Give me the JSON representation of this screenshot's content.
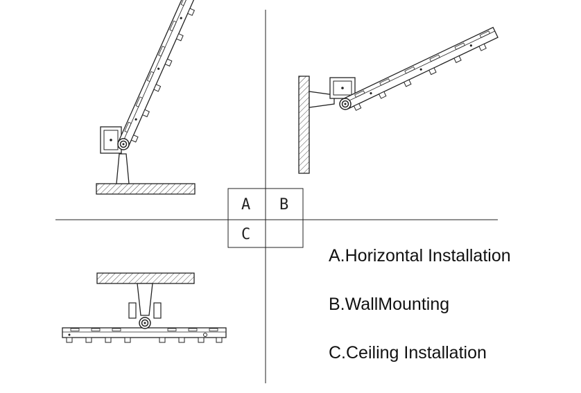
{
  "key_grid": {
    "cells": [
      "A",
      "B",
      "C",
      ""
    ]
  },
  "captions": {
    "a": "A.Horizontal Installation",
    "b": "B.WallMounting",
    "c": "C.Ceiling Installation"
  },
  "colors": {
    "line": "#222222",
    "hatch": "#444444",
    "background": "#ffffff"
  },
  "icons": {
    "fixture": "led-flood-light-array",
    "support": "hatched-mounting-surface"
  }
}
